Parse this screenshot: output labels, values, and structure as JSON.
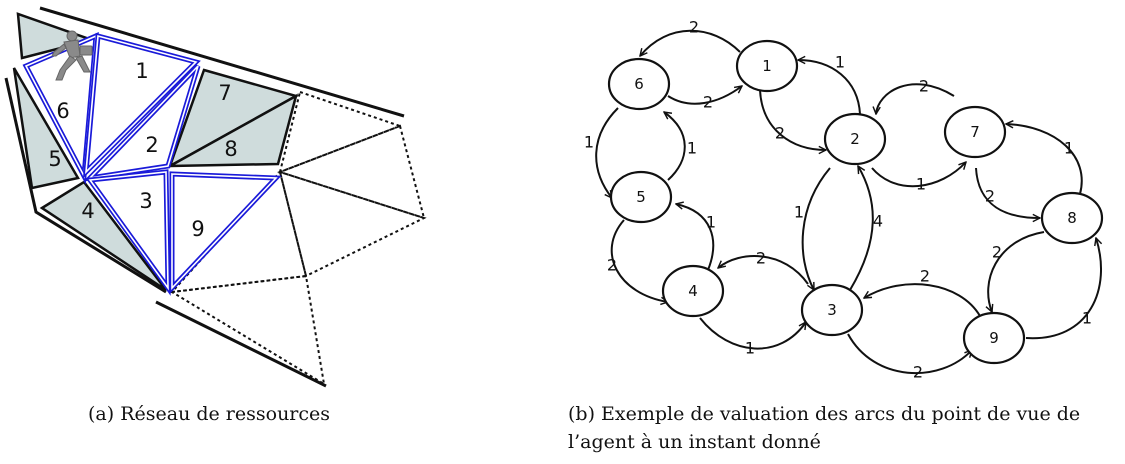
{
  "panel_a": {
    "triangles": [
      {
        "label": "1",
        "path": "blue"
      },
      {
        "label": "2",
        "path": "blue"
      },
      {
        "label": "3",
        "path": "blue"
      },
      {
        "label": "4",
        "path": "shaded"
      },
      {
        "label": "5",
        "path": "shaded"
      },
      {
        "label": "6",
        "path": "blue"
      },
      {
        "label": "7",
        "path": "shaded"
      },
      {
        "label": "8",
        "path": "shaded"
      },
      {
        "label": "9",
        "path": "blue"
      }
    ],
    "caption_tag": "(a)",
    "caption_text": "Réseau de ressources"
  },
  "panel_b": {
    "nodes": [
      "1",
      "2",
      "3",
      "4",
      "5",
      "6",
      "7",
      "8",
      "9"
    ],
    "edges": [
      {
        "from": "1",
        "to": "6",
        "weight": "2"
      },
      {
        "from": "6",
        "to": "1",
        "weight": "2"
      },
      {
        "from": "2",
        "to": "1",
        "weight": "1"
      },
      {
        "from": "1",
        "to": "2",
        "weight": "2"
      },
      {
        "from": "6",
        "to": "5",
        "weight": "1"
      },
      {
        "from": "5",
        "to": "6",
        "weight": "1"
      },
      {
        "from": "7",
        "to": "2",
        "weight": "2"
      },
      {
        "from": "2",
        "to": "7",
        "weight": "1"
      },
      {
        "from": "8",
        "to": "7",
        "weight": "1"
      },
      {
        "from": "7",
        "to": "8",
        "weight": "2"
      },
      {
        "from": "2",
        "to": "3",
        "weight": "1"
      },
      {
        "from": "3",
        "to": "2",
        "weight": "4"
      },
      {
        "from": "4",
        "to": "5",
        "weight": "1"
      },
      {
        "from": "5",
        "to": "4",
        "weight": "2"
      },
      {
        "from": "3",
        "to": "4",
        "weight": "2"
      },
      {
        "from": "4",
        "to": "3",
        "weight": "1"
      },
      {
        "from": "9",
        "to": "3",
        "weight": "2"
      },
      {
        "from": "3",
        "to": "9",
        "weight": "2"
      },
      {
        "from": "8",
        "to": "9",
        "weight": "2"
      },
      {
        "from": "9",
        "to": "8",
        "weight": "1"
      }
    ],
    "caption_tag": "(b)",
    "caption_text": "Exemple de valuation des arcs du point de vue de l’agent à un instant donné"
  },
  "colors": {
    "path_blue": "#1a1ad9",
    "shade": "#cfdcdc",
    "ink": "#111111",
    "agent_gray": "#8a8a8a"
  }
}
